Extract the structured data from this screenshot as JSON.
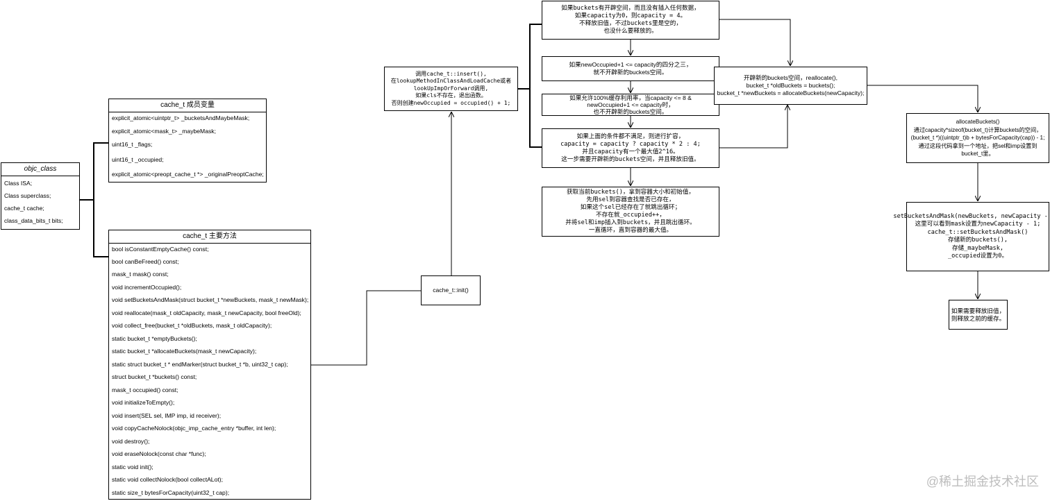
{
  "objc_class": {
    "title": "objc_class",
    "rows": [
      "Class ISA;",
      "Class superclass;",
      "cache_t cache;",
      "class_data_bits_t bits;"
    ]
  },
  "members": {
    "title": "cache_t 成员变量",
    "rows": [
      "explicit_atomic<uintptr_t> _bucketsAndMaybeMask;",
      "explicit_atomic<mask_t>    _maybeMask;",
      "uint16_t                    _flags;",
      "uint16_t                    _occupied;",
      "explicit_atomic<preopt_cache_t *> _originalPreoptCache;"
    ]
  },
  "methods": {
    "title": "cache_t 主要方法",
    "rows": [
      "bool isConstantEmptyCache() const;",
      "bool canBeFreed() const;",
      "mask_t mask() const;",
      "void incrementOccupied();",
      "void setBucketsAndMask(struct bucket_t *newBuckets, mask_t newMask);",
      "void reallocate(mask_t oldCapacity, mask_t newCapacity, bool freeOld);",
      "void collect_free(bucket_t *oldBuckets, mask_t oldCapacity);",
      "static bucket_t *emptyBuckets();",
      "static bucket_t *allocateBuckets(mask_t newCapacity);",
      "static struct bucket_t * endMarker(struct bucket_t *b, uint32_t cap);",
      "struct bucket_t *buckets() const;",
      "mask_t occupied() const;",
      "void initializeToEmpty();",
      "void insert(SEL sel, IMP imp, id receiver);",
      "void copyCacheNolock(objc_imp_cache_entry *buffer, int len);",
      "void destroy();",
      "void eraseNolock(const char *func);",
      "static void init();",
      "static void collectNolock(bool collectALot);",
      "static size_t bytesForCapacity(uint32_t cap);"
    ]
  },
  "nodes": {
    "init": "cache_t::init()",
    "insert": "调用cache_t::insert(),\n在lookupMethodInClassAndLoadCache或者\nlookUpImpOrForward调用,\n如果cls不存在，退出函数。\n否则创建newOccupied = occupied() + 1;",
    "c1": "如果buckets有开辟空间，而且没有插入任何数据，\n如果capacity为0，则capacity = 4。\n不释放旧值，不过buckets里是空的，\n也没什么要释放的。",
    "c2": "如果newOccupied+1 <= capacity的四分之三，\n就不开辟新的buckets空间。",
    "c3": "如果允许100%缓存利用率，当capacity <= 8 &\nnewOccupied+1 <= capacity时，\n也不开辟新的buckets空间。",
    "c4": "如果上面的条件都不满足，则进行扩容，\ncapacity = capacity ? capacity * 2 : 4;\n并且capacity有一个最大值2^16。\n这一步需要开辟新的buckets空间，并且释放旧值。",
    "c5": "获取当前buckets()，拿到容器大小和初始值，\n先用sel到容器查找是否已存在，\n如果这个sel已经存在了就跳出循环；\n不存在就_occupied++，\n并将sel和imp插入到buckets，并且跳出循环。\n一直循环，直到容器的最大值。",
    "realloc": "开辟新的buckets空间，reallocate(),\nbucket_t *oldBuckets = buckets();\nbucket_t *newBuckets = allocateBuckets(newCapacity);",
    "alloc": "allocateBuckets()\n通过capacity*sizeof(bucket_t)计算buckets的空间，\n(bucket_t *)((uintptr_t)b + bytesForCapacity(cap)) - 1;\n通过这段代码拿到一个地址，把sel和imp设置到\nbucket_t里。",
    "setbm": "setBucketsAndMask(newBuckets, newCapacity - 1);\n这里可以看到mask设置为newCapacity - 1;\ncache_t::setBucketsAndMask()\n存储新的buckets(),\n存储_maybeMask,\n_occupied设置为0。",
    "free": "如果需要释放旧值，\n则释放之前的缓存。"
  },
  "watermark": "@稀土掘金技术社区"
}
